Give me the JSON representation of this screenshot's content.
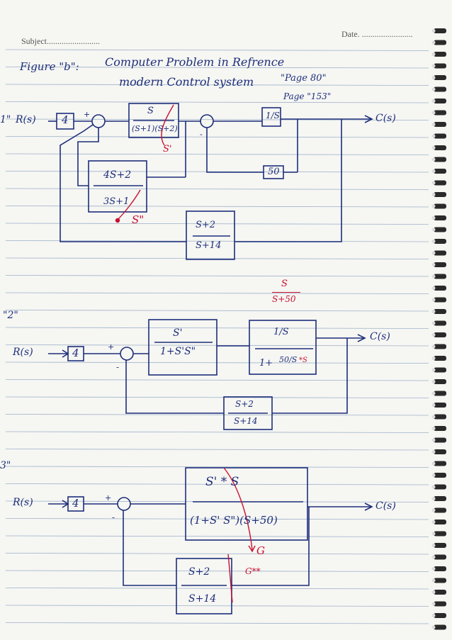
{
  "header": {
    "subject_label": "Subject.",
    "date_label": "Date."
  },
  "title": {
    "figure_label": "Figure \"b\":",
    "line1": "Computer Problem in Refrence",
    "line2": "modern Control system",
    "page_ref_1": "\"Page 80\"",
    "page_ref_2": "Page \"153\""
  },
  "diagram1": {
    "number": "1\"",
    "input": "R(s)",
    "gain": "4",
    "forward_block_num": "S",
    "forward_block_den": "(S+1)(S+2)",
    "inner_feedback_top": "4S+2",
    "inner_feedback_bottom": "3S+1",
    "integrator": "1/S",
    "feedback_gain": "50",
    "outer_feedback_num": "S+2",
    "outer_feedback_den": "S+14",
    "output": "C(s)",
    "annotation_s1": "S'",
    "annotation_s2": "S\"",
    "derived_num": "S",
    "derived_den": "S+50",
    "sign_plus": "+",
    "sign_minus": "-"
  },
  "diagram2": {
    "number": "\"2\"",
    "input": "R(s)",
    "gain": "4",
    "block1_num": "S'",
    "block1_den": "1+S'S\"",
    "block2_num": "1/S",
    "block2_den_prefix": "1+",
    "block2_frac": "50/S",
    "block2_star": "*S",
    "feedback_num": "S+2",
    "feedback_den": "S+14",
    "output": "C(s)",
    "sign_plus": "+",
    "sign_minus": "-"
  },
  "diagram3": {
    "number": "3\"",
    "input": "R(s)",
    "gain": "4",
    "block_num": "S' * S",
    "block_den": "(1+S' S\")(S+50)",
    "annotation": "G",
    "annotation2": "G**",
    "feedback_num": "S+2",
    "feedback_den": "S+14",
    "output": "C(s)",
    "sign_plus": "+",
    "sign_minus": "-"
  },
  "colors": {
    "ink": "#1d2e7a",
    "red": "#c8102e",
    "rule": "#9fb3c8",
    "paper": "#f6f6f3"
  }
}
